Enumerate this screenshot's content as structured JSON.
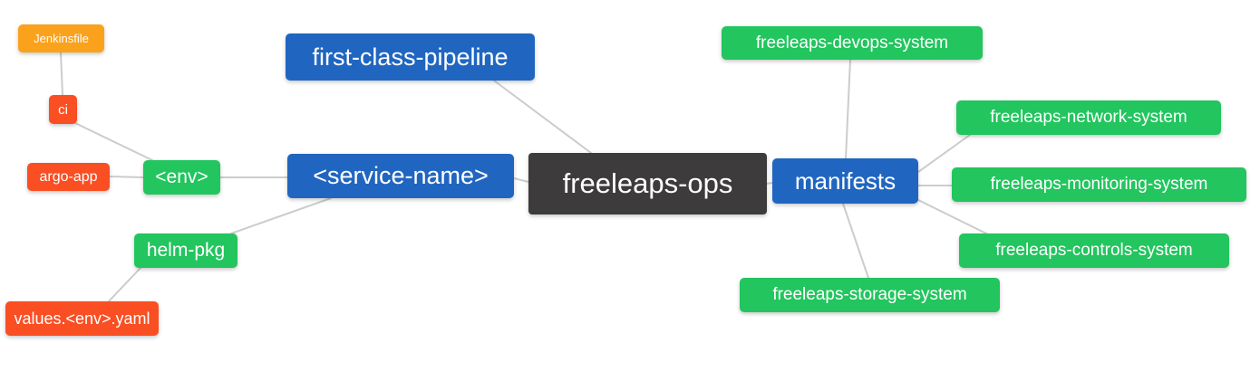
{
  "diagram": {
    "type": "mindmap",
    "background": "#ffffff",
    "edge_color": "#cccccc",
    "palette": {
      "blue": "#2066c0",
      "green": "#22c55e",
      "orange": "#faa21c",
      "red": "#fa4e23",
      "dark": "#3d3b3b",
      "node_text": "#ffffff"
    },
    "nodes": {
      "freeleaps_ops": {
        "label": "freeleaps-ops",
        "color": "#3d3b3b"
      },
      "first_class_pipeline": {
        "label": "first-class-pipeline",
        "color": "#2066c0"
      },
      "service_name": {
        "label": "<service-name>",
        "color": "#2066c0"
      },
      "manifests": {
        "label": "manifests",
        "color": "#2066c0"
      },
      "env": {
        "label": "<env>",
        "color": "#22c55e"
      },
      "helm_pkg": {
        "label": "helm-pkg",
        "color": "#22c55e"
      },
      "ci": {
        "label": "ci",
        "color": "#fa4e23"
      },
      "argo_app": {
        "label": "argo-app",
        "color": "#fa4e23"
      },
      "values_env_yaml": {
        "label": "values.<env>.yaml",
        "color": "#fa4e23"
      },
      "jenkinsfile": {
        "label": "Jenkinsfile",
        "color": "#faa21c"
      },
      "devops": {
        "label": "freeleaps-devops-system",
        "color": "#22c55e"
      },
      "network": {
        "label": "freeleaps-network-system",
        "color": "#22c55e"
      },
      "monitoring": {
        "label": "freeleaps-monitoring-system",
        "color": "#22c55e"
      },
      "controls": {
        "label": "freeleaps-controls-system",
        "color": "#22c55e"
      },
      "storage": {
        "label": "freeleaps-storage-system",
        "color": "#22c55e"
      }
    },
    "edges": [
      {
        "from": "Jenkinsfile",
        "to": "ci"
      },
      {
        "from": "ci",
        "to": "<env>"
      },
      {
        "from": "argo-app",
        "to": "<env>"
      },
      {
        "from": "<env>",
        "to": "<service-name>"
      },
      {
        "from": "helm-pkg",
        "to": "<service-name>"
      },
      {
        "from": "values.<env>.yaml",
        "to": "helm-pkg"
      },
      {
        "from": "first-class-pipeline",
        "to": "freeleaps-ops"
      },
      {
        "from": "<service-name>",
        "to": "freeleaps-ops"
      },
      {
        "from": "freeleaps-ops",
        "to": "manifests"
      },
      {
        "from": "manifests",
        "to": "freeleaps-devops-system"
      },
      {
        "from": "manifests",
        "to": "freeleaps-network-system"
      },
      {
        "from": "manifests",
        "to": "freeleaps-monitoring-system"
      },
      {
        "from": "manifests",
        "to": "freeleaps-controls-system"
      },
      {
        "from": "manifests",
        "to": "freeleaps-storage-system"
      }
    ]
  }
}
